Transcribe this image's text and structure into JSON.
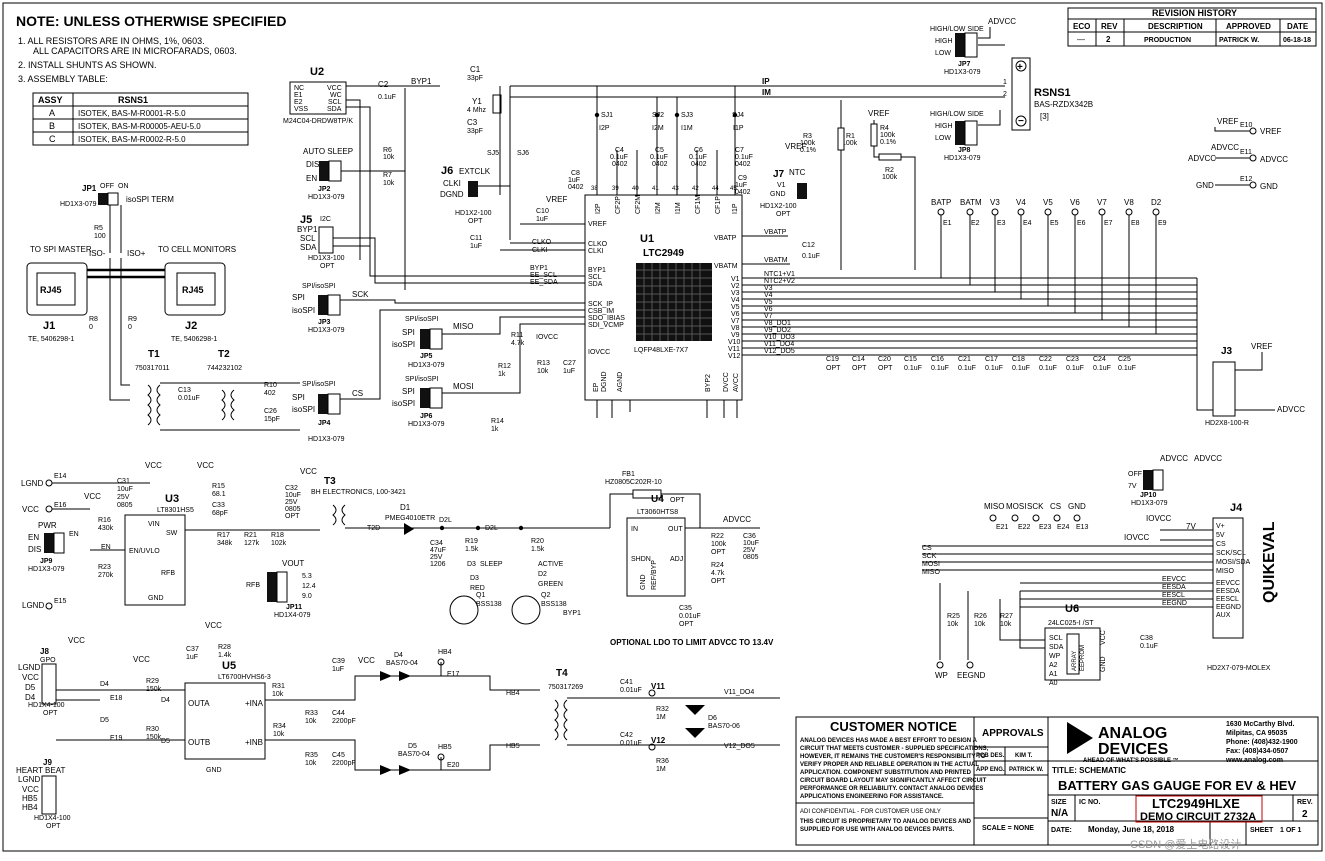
{
  "notes": {
    "heading": "NOTE: UNLESS OTHERWISE SPECIFIED",
    "n1a": "1.  ALL RESISTORS ARE IN OHMS, 1%, 0603.",
    "n1b": "ALL CAPACITORS ARE IN MICROFARADS, 0603.",
    "n2": "2.  INSTALL SHUNTS AS SHOWN.",
    "n3": "3.  ASSEMBLY TABLE:"
  },
  "assy_table": {
    "headers": [
      "ASSY",
      "RSNS1"
    ],
    "rows": [
      [
        "A",
        "ISOTEK, BAS-M-R0001-R-5.0"
      ],
      [
        "B",
        "ISOTEK, BAS-M-R00005-AEU-5.0"
      ],
      [
        "C",
        "ISOTEK, BAS-M-R0002-R-5.0"
      ]
    ]
  },
  "revision": {
    "title": "REVISION HISTORY",
    "headers": [
      "ECO",
      "REV",
      "DESCRIPTION",
      "APPROVED",
      "DATE"
    ],
    "row": [
      "—",
      "2",
      "PRODUCTION",
      "PATRICK W.",
      "06-18-18"
    ]
  },
  "u1": {
    "ref": "U1",
    "part": "LTC2949",
    "package": "LQFP48LXE-7X7"
  },
  "u2": {
    "ref": "U2",
    "part": "M24C04-DRDW8TP/K"
  },
  "u3": {
    "ref": "U3",
    "part": "LT8301HS5"
  },
  "u4": {
    "ref": "U4",
    "part": "LT3060HTS8",
    "opt": "OPT"
  },
  "u5": {
    "ref": "U5",
    "part": "LT6700HVHS6-3"
  },
  "u6": {
    "ref": "U6",
    "part": "24LC025-I /ST"
  },
  "labels": {
    "auto_sleep": "AUTO SLEEP",
    "to_spi_master": "TO SPI MASTER",
    "to_cell_monitors": "TO CELL MONITORS",
    "isospi_term": "isoSPI TERM",
    "spi_isospi": "SPI/isoSPI",
    "high_low_side": "HIGH/LOW SIDE",
    "optional_ldo": "OPTIONAL LDO TO LIMIT ADVCC TO 13.4V",
    "heart_beat": "HEART BEAT",
    "quikeval": "QUIKEVAL",
    "bh_electronics": "BH ELECTRONICS, L00-3421",
    "rsns1": "RSNS1",
    "rsns1_part": "BAS-RZDX342B",
    "rsns1_note": "[3]",
    "ip": "IP",
    "im": "IM",
    "vref": "VREF",
    "advcc": "ADVCC",
    "gnd": "GND",
    "vcc": "VCC",
    "lgnd": "LGND",
    "iovcc": "IOVCC",
    "vout": "VOUT",
    "sleep": "SLEEP",
    "red": "RED",
    "active": "ACTIVE",
    "green": "GREEN",
    "pwr": "PWR",
    "ntc": "NTC",
    "extclk": "EXTCLK"
  },
  "customer_notice": {
    "title": "CUSTOMER NOTICE",
    "body": [
      "ANALOG DEVICES HAS MADE A BEST EFFORT TO DESIGN A",
      "CIRCUIT THAT MEETS CUSTOMER - SUPPLIED SPECIFICATIONS;",
      "HOWEVER, IT REMAINS THE CUSTOMER'S RESPONSIBILITY TO",
      "VERIFY PROPER AND RELIABLE OPERATION IN THE ACTUAL",
      "APPLICATION.  COMPONENT SUBSTITUTION AND PRINTED",
      "CIRCUIT BOARD LAYOUT MAY SIGNIFICANTLY AFFECT CIRCUIT",
      "PERFORMANCE OR RELIABILITY.  CONTACT ANALOG DEVICES",
      "APPLICATIONS ENGINEERING FOR ASSISTANCE."
    ],
    "confidential": "ADI CONFIDENTIAL - FOR CUSTOMER USE ONLY",
    "proprietary_1": "THIS CIRCUIT IS PROPRIETARY TO ANALOG DEVICES AND",
    "proprietary_2": "SUPPLIED FOR USE WITH ANALOG DEVICES PARTS."
  },
  "approvals": {
    "title": "APPROVALS",
    "pcb_des": "PCB DES.",
    "pcb_des_name": "KIM T.",
    "app_eng": "APP ENG.",
    "app_eng_name": "PATRICK W.",
    "scale": "SCALE = NONE"
  },
  "company": {
    "name_1": "ANALOG",
    "name_2": "DEVICES",
    "tagline": "AHEAD OF WHAT'S POSSIBLE ™",
    "addr_1": "1630 McCarthy Blvd.",
    "addr_2": "Milpitas, CA 95035",
    "phone": "Phone: (408)432-1900",
    "fax": "Fax: (408)434-0507",
    "web": "www.analog.com"
  },
  "title_block": {
    "title_label": "TITLE: SCHEMATIC",
    "title": "BATTERY GAS GAUGE FOR EV & HEV",
    "size_label": "SIZE",
    "size": "N/A",
    "ic_no_label": "IC NO.",
    "ic_no": "LTC2949HLXE",
    "demo": "DEMO CIRCUIT 2732A",
    "rev_label": "REV.",
    "rev": "2",
    "date_label": "DATE:",
    "date": "Monday, June 18, 2018",
    "sheet": "SHEET",
    "sheet_of": "1  OF  1"
  },
  "watermark": "CSDN @爱上电路设计",
  "colors": {
    "ink": "#000000",
    "accent": "#c00000"
  }
}
